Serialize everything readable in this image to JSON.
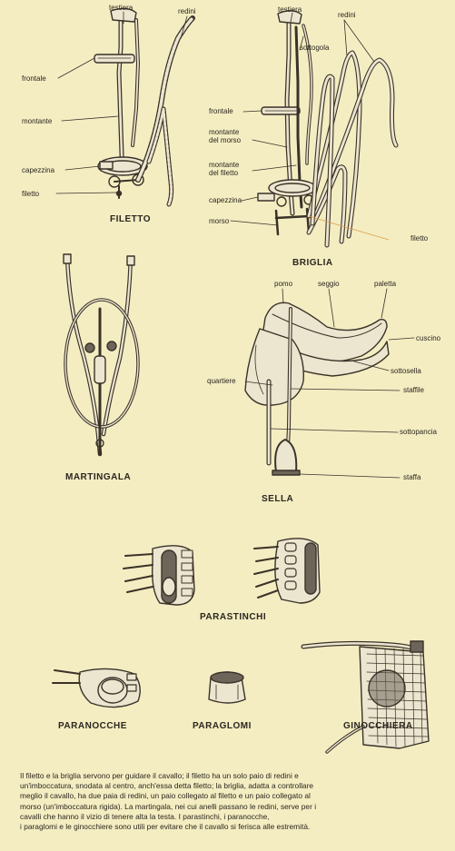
{
  "colors": {
    "background": "#f4edc2",
    "line": "#3a3228",
    "leather_light": "#ece5cf",
    "leather_dark": "#6e655a",
    "leader_orange": "#d9a24a"
  },
  "filetto": {
    "title": "FILETTO",
    "labels": {
      "testiera": "testiera",
      "redini": "redini",
      "frontale": "frontale",
      "montante": "montante",
      "capezzina": "capezzina",
      "filetto": "filetto"
    }
  },
  "briglia": {
    "title": "BRIGLIA",
    "labels": {
      "testiera": "testiera",
      "redini": "redini",
      "sottogola": "sottogola",
      "frontale": "frontale",
      "montante_morso_1": "montante",
      "montante_morso_2": "del morso",
      "montante_filetto_1": "montante",
      "montante_filetto_2": "del filetto",
      "capezzina": "capezzina",
      "morso": "morso",
      "filetto": "filetto"
    }
  },
  "martingala": {
    "title": "MARTINGALA"
  },
  "sella": {
    "title": "SELLA",
    "labels": {
      "pomo": "pomo",
      "seggio": "seggio",
      "paletta": "paletta",
      "cuscino": "cuscino",
      "sottosella": "sottosella",
      "quartiere": "quartiere",
      "staffile": "staffile",
      "sottopancia": "sottopancia",
      "staffa": "staffa"
    }
  },
  "parastinchi": {
    "title": "PARASTINCHI"
  },
  "paranocche": {
    "title": "PARANOCCHE"
  },
  "paraglomi": {
    "title": "PARAGLOMI"
  },
  "ginocchiera": {
    "title": "GINOCCHIERA"
  },
  "caption_lines": [
    "Il filetto e la briglia servono per guidare il cavallo; il filetto ha un solo paio di redini e",
    "un'imboccatura, snodata al centro, anch'essa detta filetto; la briglia, adatta a controllare",
    "meglio il cavallo, ha due paia di redini, un paio collegato al filetto e un paio collegato al",
    "morso (un'imboccatura rigida). La martingala, nei cui anelli passano le redini, serve per i",
    "cavalli che hanno il vizio di tenere alta la testa. I parastinchi, i paranocche,",
    "i paraglomi e le ginocchiere sono utili per evitare che il cavallo si ferisca alle estremità."
  ]
}
